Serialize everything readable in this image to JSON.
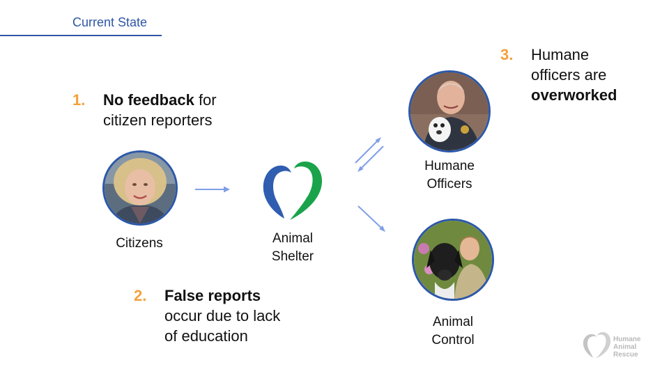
{
  "title": "Current State",
  "points": [
    {
      "num": "1.",
      "bold": "No feedback",
      "rest1": " for",
      "line2": "citizen reporters"
    },
    {
      "num": "2.",
      "bold": "False reports",
      "line2": "occur due to lack",
      "line3": "of education"
    },
    {
      "num": "3.",
      "line1": "Humane",
      "line2": "officers are",
      "bold": "overworked"
    }
  ],
  "nodes": {
    "citizens": "Citizens",
    "shelter": [
      "Animal",
      "Shelter"
    ],
    "officers": [
      "Humane",
      "Officers"
    ],
    "control": [
      "Animal",
      "Control"
    ]
  },
  "brand": {
    "logo_lines": [
      "Humane",
      "Animal",
      "Rescue"
    ]
  },
  "colors": {
    "accent": "#2f56a5",
    "number": "#f2a13b",
    "arrow": "#7f9fe6",
    "heart_blue": "#2f5db0",
    "heart_green": "#1aa34a"
  }
}
